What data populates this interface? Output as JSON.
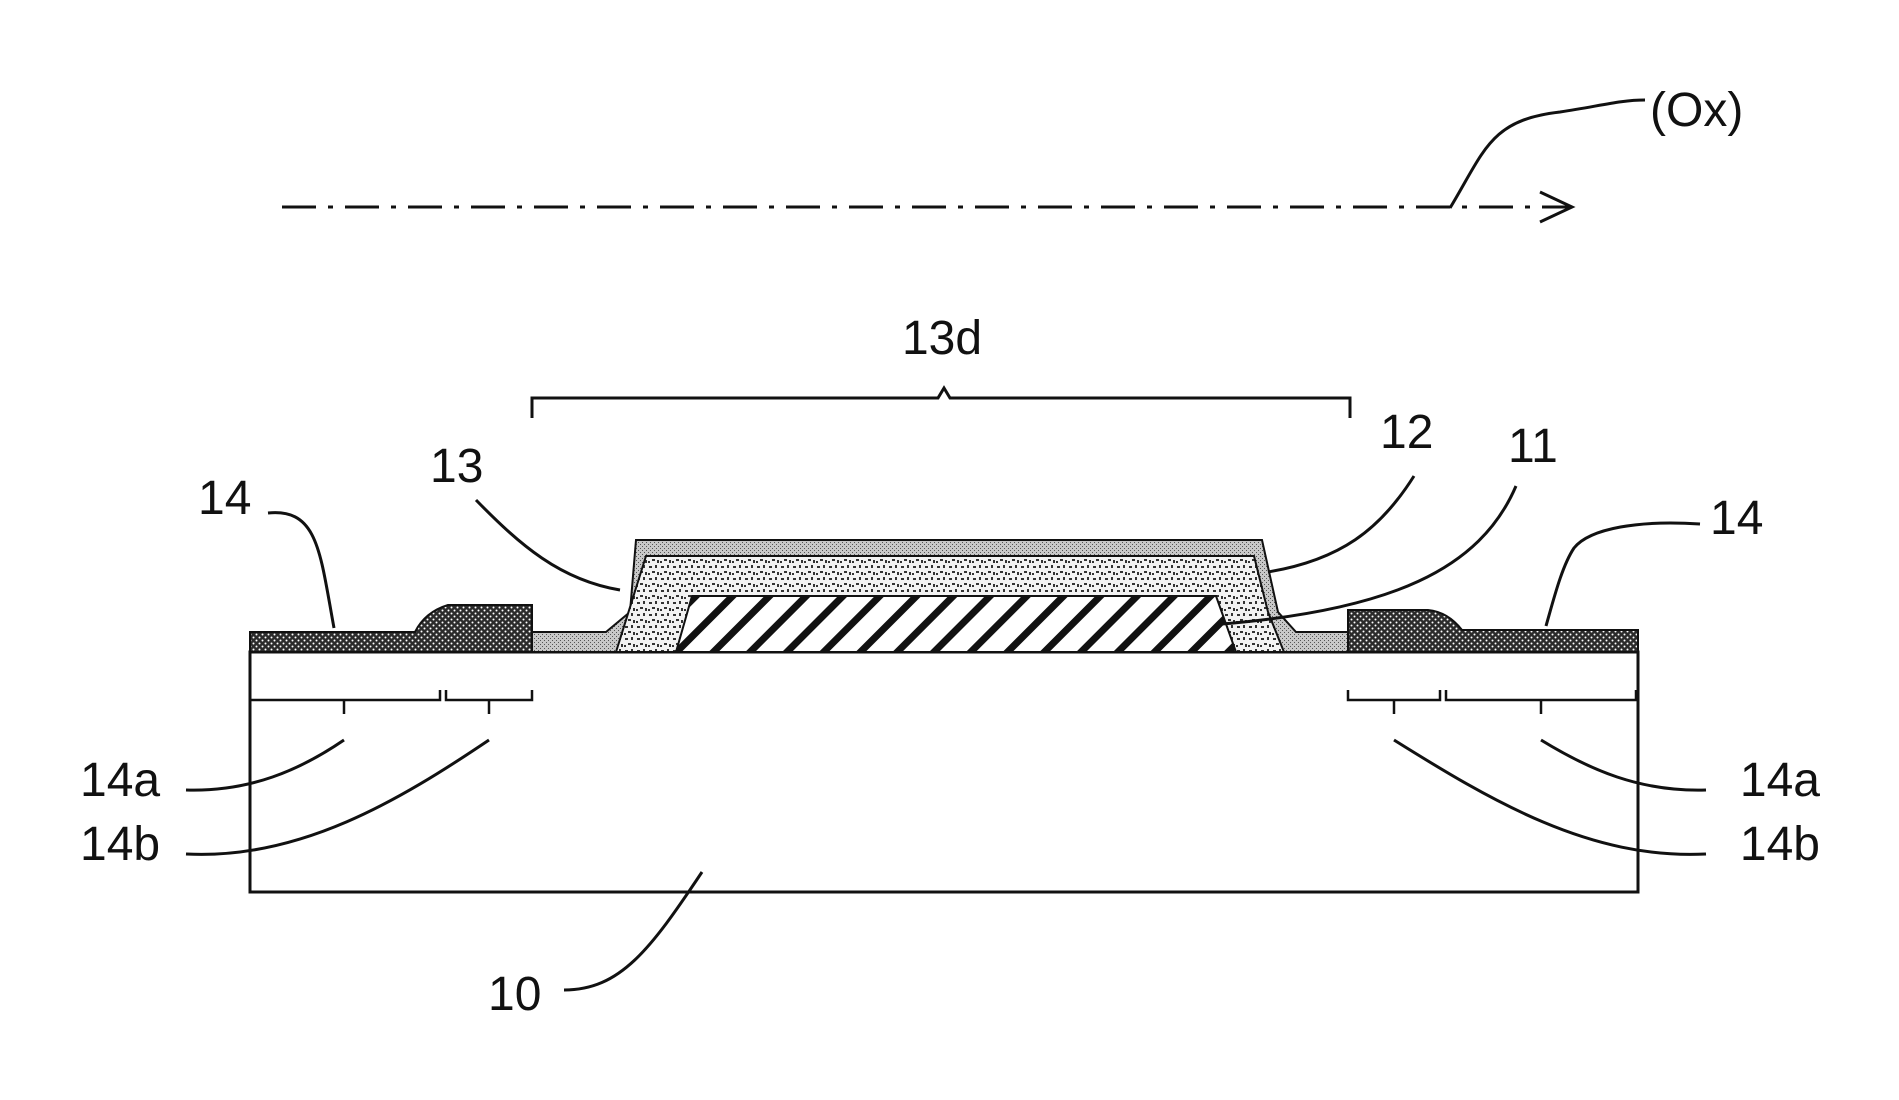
{
  "axis": {
    "label": "(Ox)"
  },
  "labels": {
    "span_13d": "13d",
    "layer_13": "13",
    "layer_12": "12",
    "layer_11": "11",
    "layer_14_left": "14",
    "layer_14_right": "14",
    "region_14a_left": "14a",
    "region_14b_left": "14b",
    "region_14a_right": "14a",
    "region_14b_right": "14b",
    "substrate_10": "10"
  },
  "colors": {
    "ink": "#111111",
    "layer14": "#2b2b2b",
    "layer13": "#bfbfbf",
    "layer12": "#d9d9d9",
    "background": "#ffffff"
  }
}
